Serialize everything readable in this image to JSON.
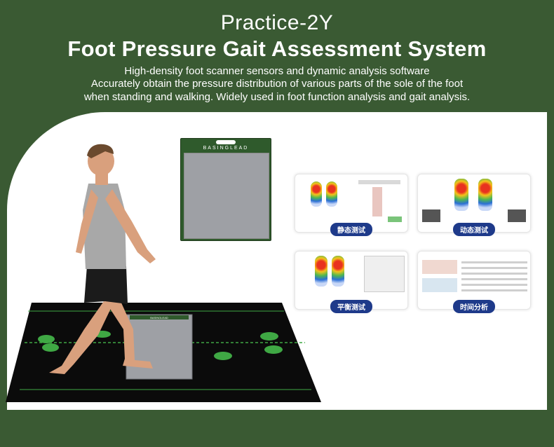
{
  "header": {
    "model": "Practice-2Y",
    "title": "Foot Pressure Gait Assessment System",
    "subtitle_lines": [
      "High-density foot scanner sensors and dynamic analysis software",
      "Accurately obtain the pressure distribution of various parts of the sole of the foot",
      "when standing and walking. Widely used in foot function analysis and gait analysis."
    ]
  },
  "device": {
    "brand": "BASINGLEAD"
  },
  "mat": {
    "brand": "BASINGLEAD"
  },
  "thumbnails": [
    {
      "caption": "静态测试"
    },
    {
      "caption": "动态测试"
    },
    {
      "caption": "平衡测试"
    },
    {
      "caption": "时间分析"
    }
  ],
  "colors": {
    "background": "#3a5a33",
    "panel": "#ffffff",
    "caption_badge": "#1e3a8a",
    "mat": "#0b0b0b",
    "mat_accent": "#3fa844"
  }
}
